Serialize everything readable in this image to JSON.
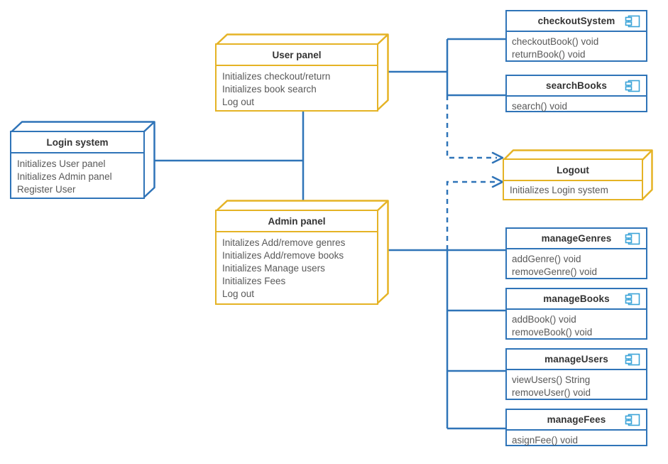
{
  "diagram": {
    "type": "uml-component-diagram",
    "colors": {
      "blue": "#2f74b8",
      "orange": "#e5b325",
      "title_text": "#333333",
      "body_text": "#595959",
      "background": "#ffffff"
    }
  },
  "nodes": {
    "login_system": {
      "title": "Login system",
      "lines": [
        "Initializes User panel",
        "Initializes Admin panel",
        "Register User"
      ],
      "style": "blue-3d"
    },
    "user_panel": {
      "title": "User panel",
      "lines": [
        "Initializes checkout/return",
        "Initializes book search",
        "Log out"
      ],
      "style": "orange-3d"
    },
    "admin_panel": {
      "title": "Admin panel",
      "lines": [
        "Initalizes Add/remove genres",
        "Initializes Add/remove books",
        "Initializes Manage users",
        "Initializes Fees",
        "Log out"
      ],
      "style": "orange-3d"
    },
    "logout": {
      "title": "Logout",
      "lines": [
        "Initializes Login system"
      ],
      "style": "orange-3d"
    },
    "checkout_system": {
      "title": "checkoutSystem",
      "lines": [
        "checkoutBook() void",
        "returnBook() void"
      ],
      "style": "component",
      "icon": "component-icon"
    },
    "search_books": {
      "title": "searchBooks",
      "lines": [
        "search() void"
      ],
      "style": "component",
      "icon": "component-icon"
    },
    "manage_genres": {
      "title": "manageGenres",
      "lines": [
        "addGenre() void",
        "removeGenre() void"
      ],
      "style": "component",
      "icon": "component-icon"
    },
    "manage_books": {
      "title": "manageBooks",
      "lines": [
        "addBook() void",
        "removeBook() void"
      ],
      "style": "component",
      "icon": "component-icon"
    },
    "manage_users": {
      "title": "manageUsers",
      "lines": [
        "viewUsers() String",
        "removeUser() void"
      ],
      "style": "component",
      "icon": "component-icon"
    },
    "manage_fees": {
      "title": "manageFees",
      "lines": [
        "asignFee() void"
      ],
      "style": "component",
      "icon": "component-icon"
    }
  },
  "edges": [
    {
      "from": "login_system",
      "to": "user_panel",
      "style": "solid"
    },
    {
      "from": "login_system",
      "to": "admin_panel",
      "style": "solid"
    },
    {
      "from": "user_panel",
      "to": "checkout_system",
      "style": "solid"
    },
    {
      "from": "user_panel",
      "to": "search_books",
      "style": "solid"
    },
    {
      "from": "user_panel",
      "to": "logout",
      "style": "dashed-arrow"
    },
    {
      "from": "admin_panel",
      "to": "logout",
      "style": "dashed-arrow"
    },
    {
      "from": "admin_panel",
      "to": "manage_genres",
      "style": "solid"
    },
    {
      "from": "admin_panel",
      "to": "manage_books",
      "style": "solid"
    },
    {
      "from": "admin_panel",
      "to": "manage_users",
      "style": "solid"
    },
    {
      "from": "admin_panel",
      "to": "manage_fees",
      "style": "solid"
    }
  ]
}
